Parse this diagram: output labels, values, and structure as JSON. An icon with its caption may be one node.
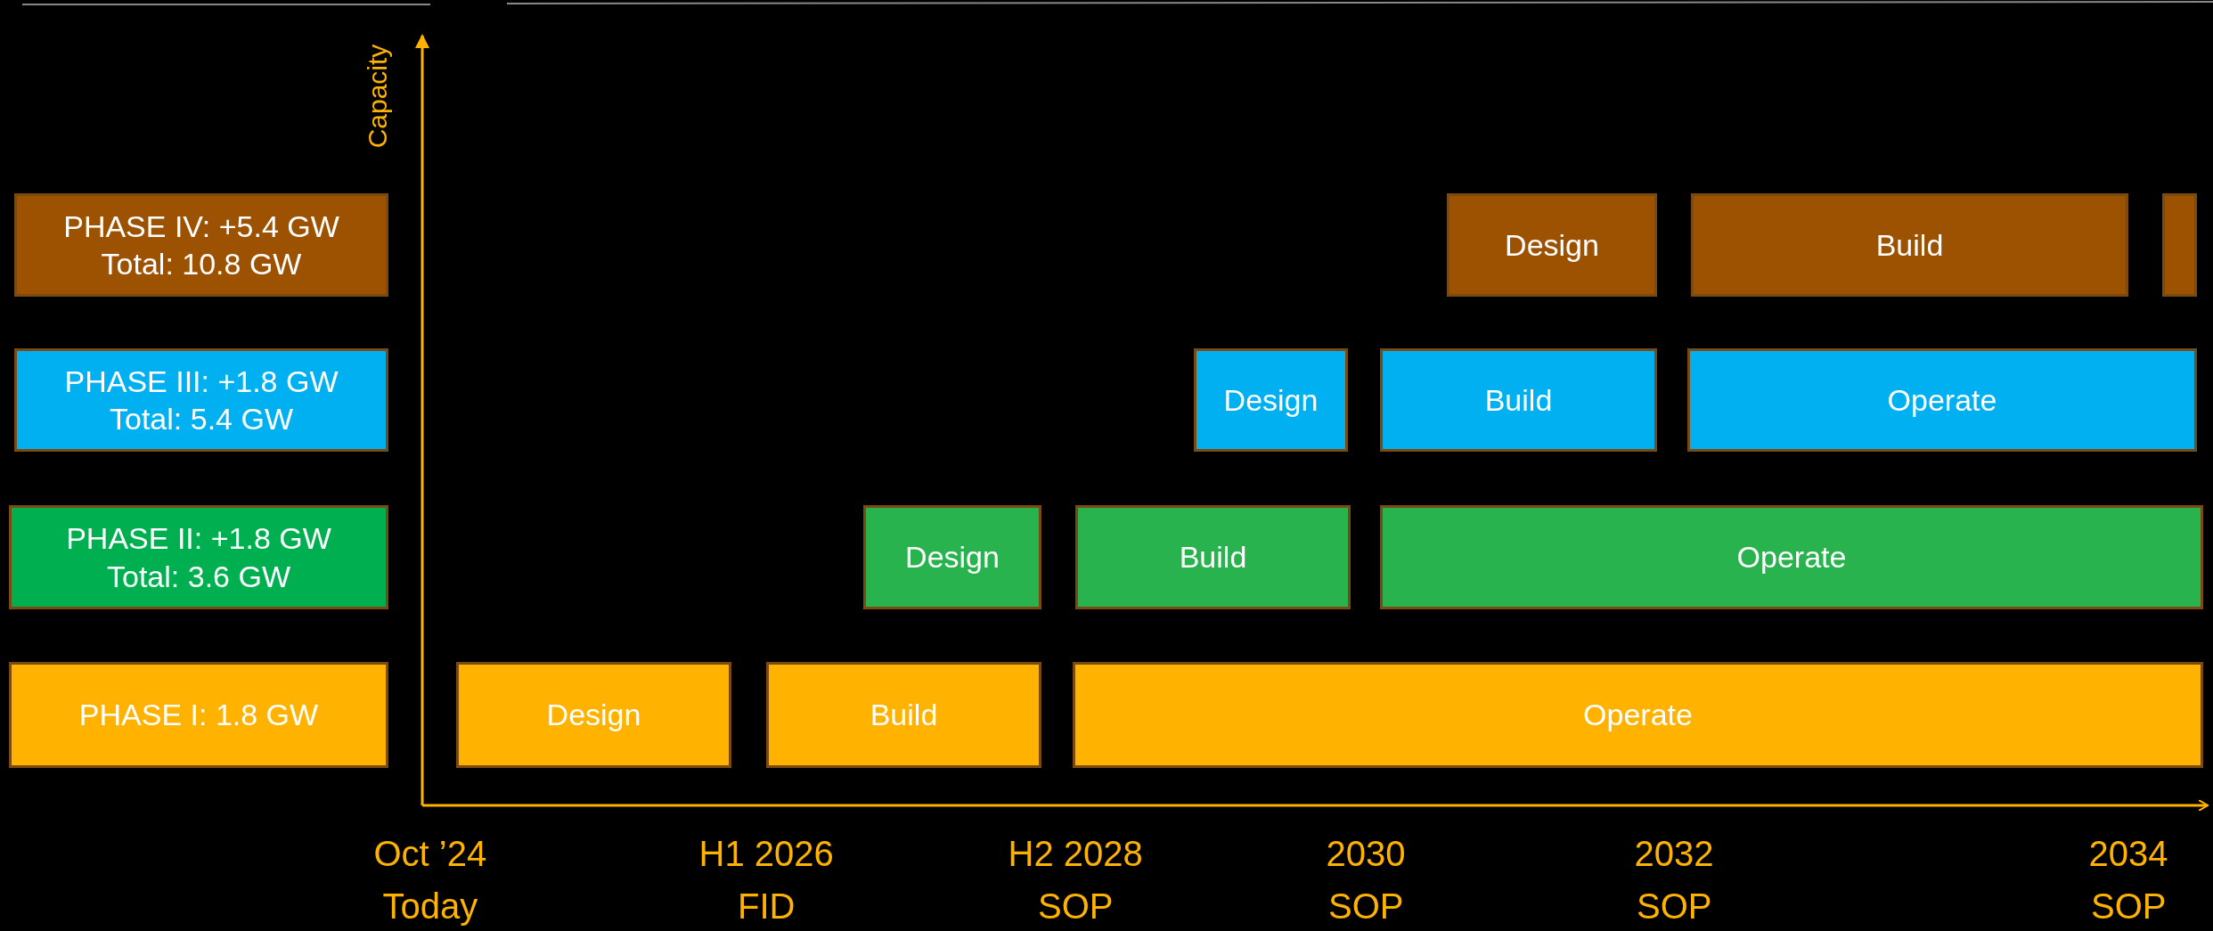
{
  "diagram": {
    "nodes": [
      {
        "text": [
          "PHASE IV: +5.4 GW",
          "Total: 10.8 GW"
        ]
      },
      {
        "text": [
          "Design"
        ]
      },
      {
        "text": [
          "Build"
        ]
      },
      {
        "text": [],
        "shape": "box"
      },
      {
        "text": [
          "PHASE III: +1.8 GW",
          "Total: 5.4 GW"
        ]
      },
      {
        "text": [
          "Design"
        ]
      },
      {
        "text": [
          "Build"
        ]
      },
      {
        "text": [
          "Operate"
        ]
      },
      {
        "text": [
          "PHASE II: +1.8 GW",
          "Total: 3.6 GW"
        ]
      },
      {
        "text": [
          "Design"
        ]
      },
      {
        "text": [
          "Build"
        ]
      },
      {
        "text": [
          "Operate"
        ]
      },
      {
        "text": [
          "PHASE I: 1.8 GW"
        ]
      },
      {
        "text": [
          "Design"
        ]
      },
      {
        "text": [
          "Build"
        ]
      },
      {
        "text": [
          "Operate"
        ]
      }
    ],
    "edges": [],
    "labels": [
      "Capacity",
      "Oct ’24",
      "Today",
      "H1 2026",
      "FID",
      "H2 2028",
      "SOP",
      "2030",
      "SOP",
      "2032",
      "SOP",
      "2034",
      "SOP"
    ]
  }
}
